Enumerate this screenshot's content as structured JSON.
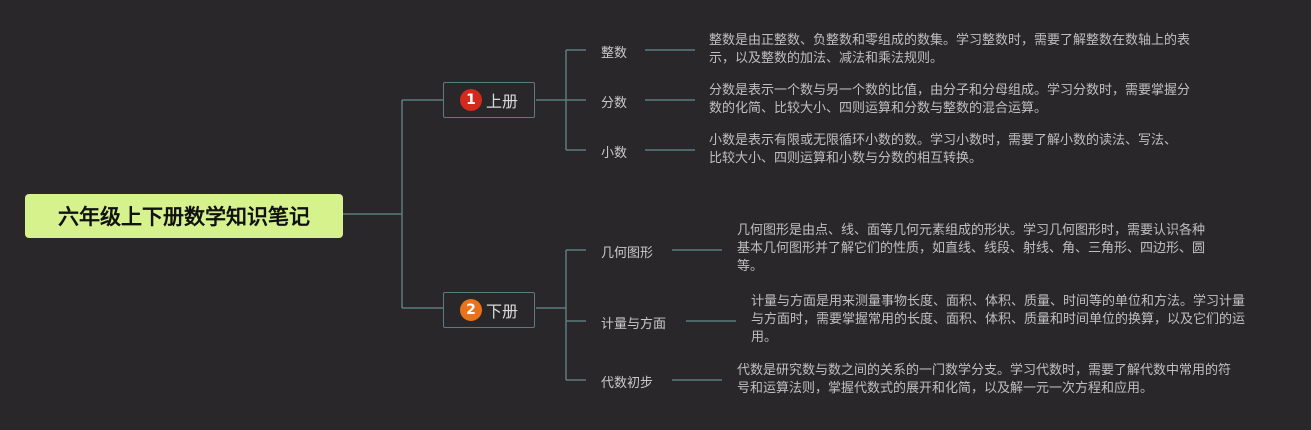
{
  "root": {
    "title": "六年级上下册数学知识笔记"
  },
  "branches": [
    {
      "badge": "1",
      "badge_color": "#d42a1e",
      "label": "上册",
      "topics": [
        {
          "label": "整数",
          "note": "整数是由正整数、负整数和零组成的数集。学习整数时，需要了解整数在数轴上的表示，以及整数的加法、减法和乘法规则。"
        },
        {
          "label": "分数",
          "note": "分数是表示一个数与另一个数的比值，由分子和分母组成。学习分数时，需要掌握分数的化简、比较大小、四则运算和分数与整数的混合运算。"
        },
        {
          "label": "小数",
          "note": "小数是表示有限或无限循环小数的数。学习小数时，需要了解小数的读法、写法、比较大小、四则运算和小数与分数的相互转换。"
        }
      ]
    },
    {
      "badge": "2",
      "badge_color": "#e8731a",
      "label": "下册",
      "topics": [
        {
          "label": "几何图形",
          "note": "几何图形是由点、线、面等几何元素组成的形状。学习几何图形时，需要认识各种基本几何图形并了解它们的性质，如直线、线段、射线、角、三角形、四边形、圆等。"
        },
        {
          "label": "计量与方面",
          "note": "计量与方面是用来测量事物长度、面积、体积、质量、时间等的单位和方法。学习计量与方面时，需要掌握常用的长度、面积、体积、质量和时间单位的换算，以及它们的运用。"
        },
        {
          "label": "代数初步",
          "note": "代数是研究数与数之间的关系的一门数学分支。学习代数时，需要了解代数中常用的符号和运算法则，掌握代数式的展开和化简，以及解一元一次方程和应用。"
        }
      ]
    }
  ],
  "colors": {
    "background": "#2a272b",
    "root_fill": "#d6f28d",
    "connector": "#5b7b7c"
  }
}
